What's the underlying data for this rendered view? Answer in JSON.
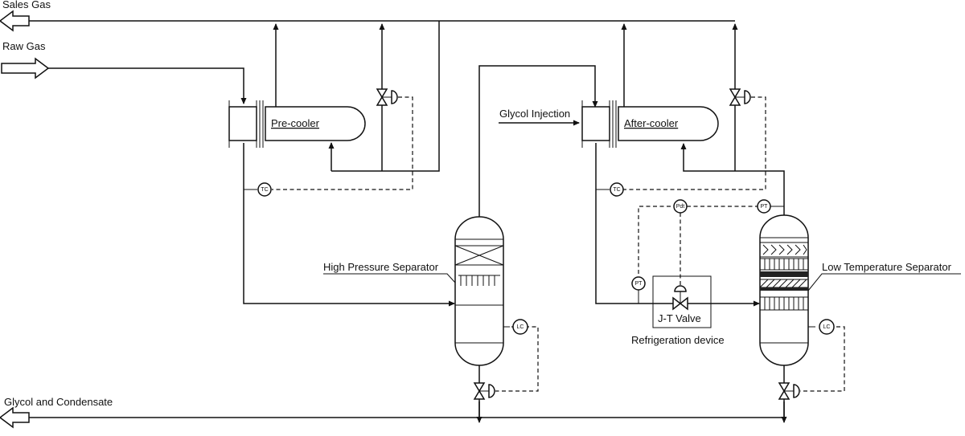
{
  "streams": {
    "sales_gas": "Sales Gas",
    "raw_gas": "Raw Gas",
    "glycol_condensate": "Glycol and Condensate",
    "glycol_injection": "Glycol Injection"
  },
  "equipment": {
    "pre_cooler": "Pre-cooler",
    "after_cooler": "After-cooler",
    "hp_separator": "High Pressure Separator",
    "lt_separator": "Low Temperature Separator",
    "jt_valve": "J-T Valve",
    "refrigeration": "Refrigeration device"
  },
  "instruments": {
    "tc": "TC",
    "lc": "LC",
    "pt": "PT",
    "pdt": "Pdt"
  }
}
